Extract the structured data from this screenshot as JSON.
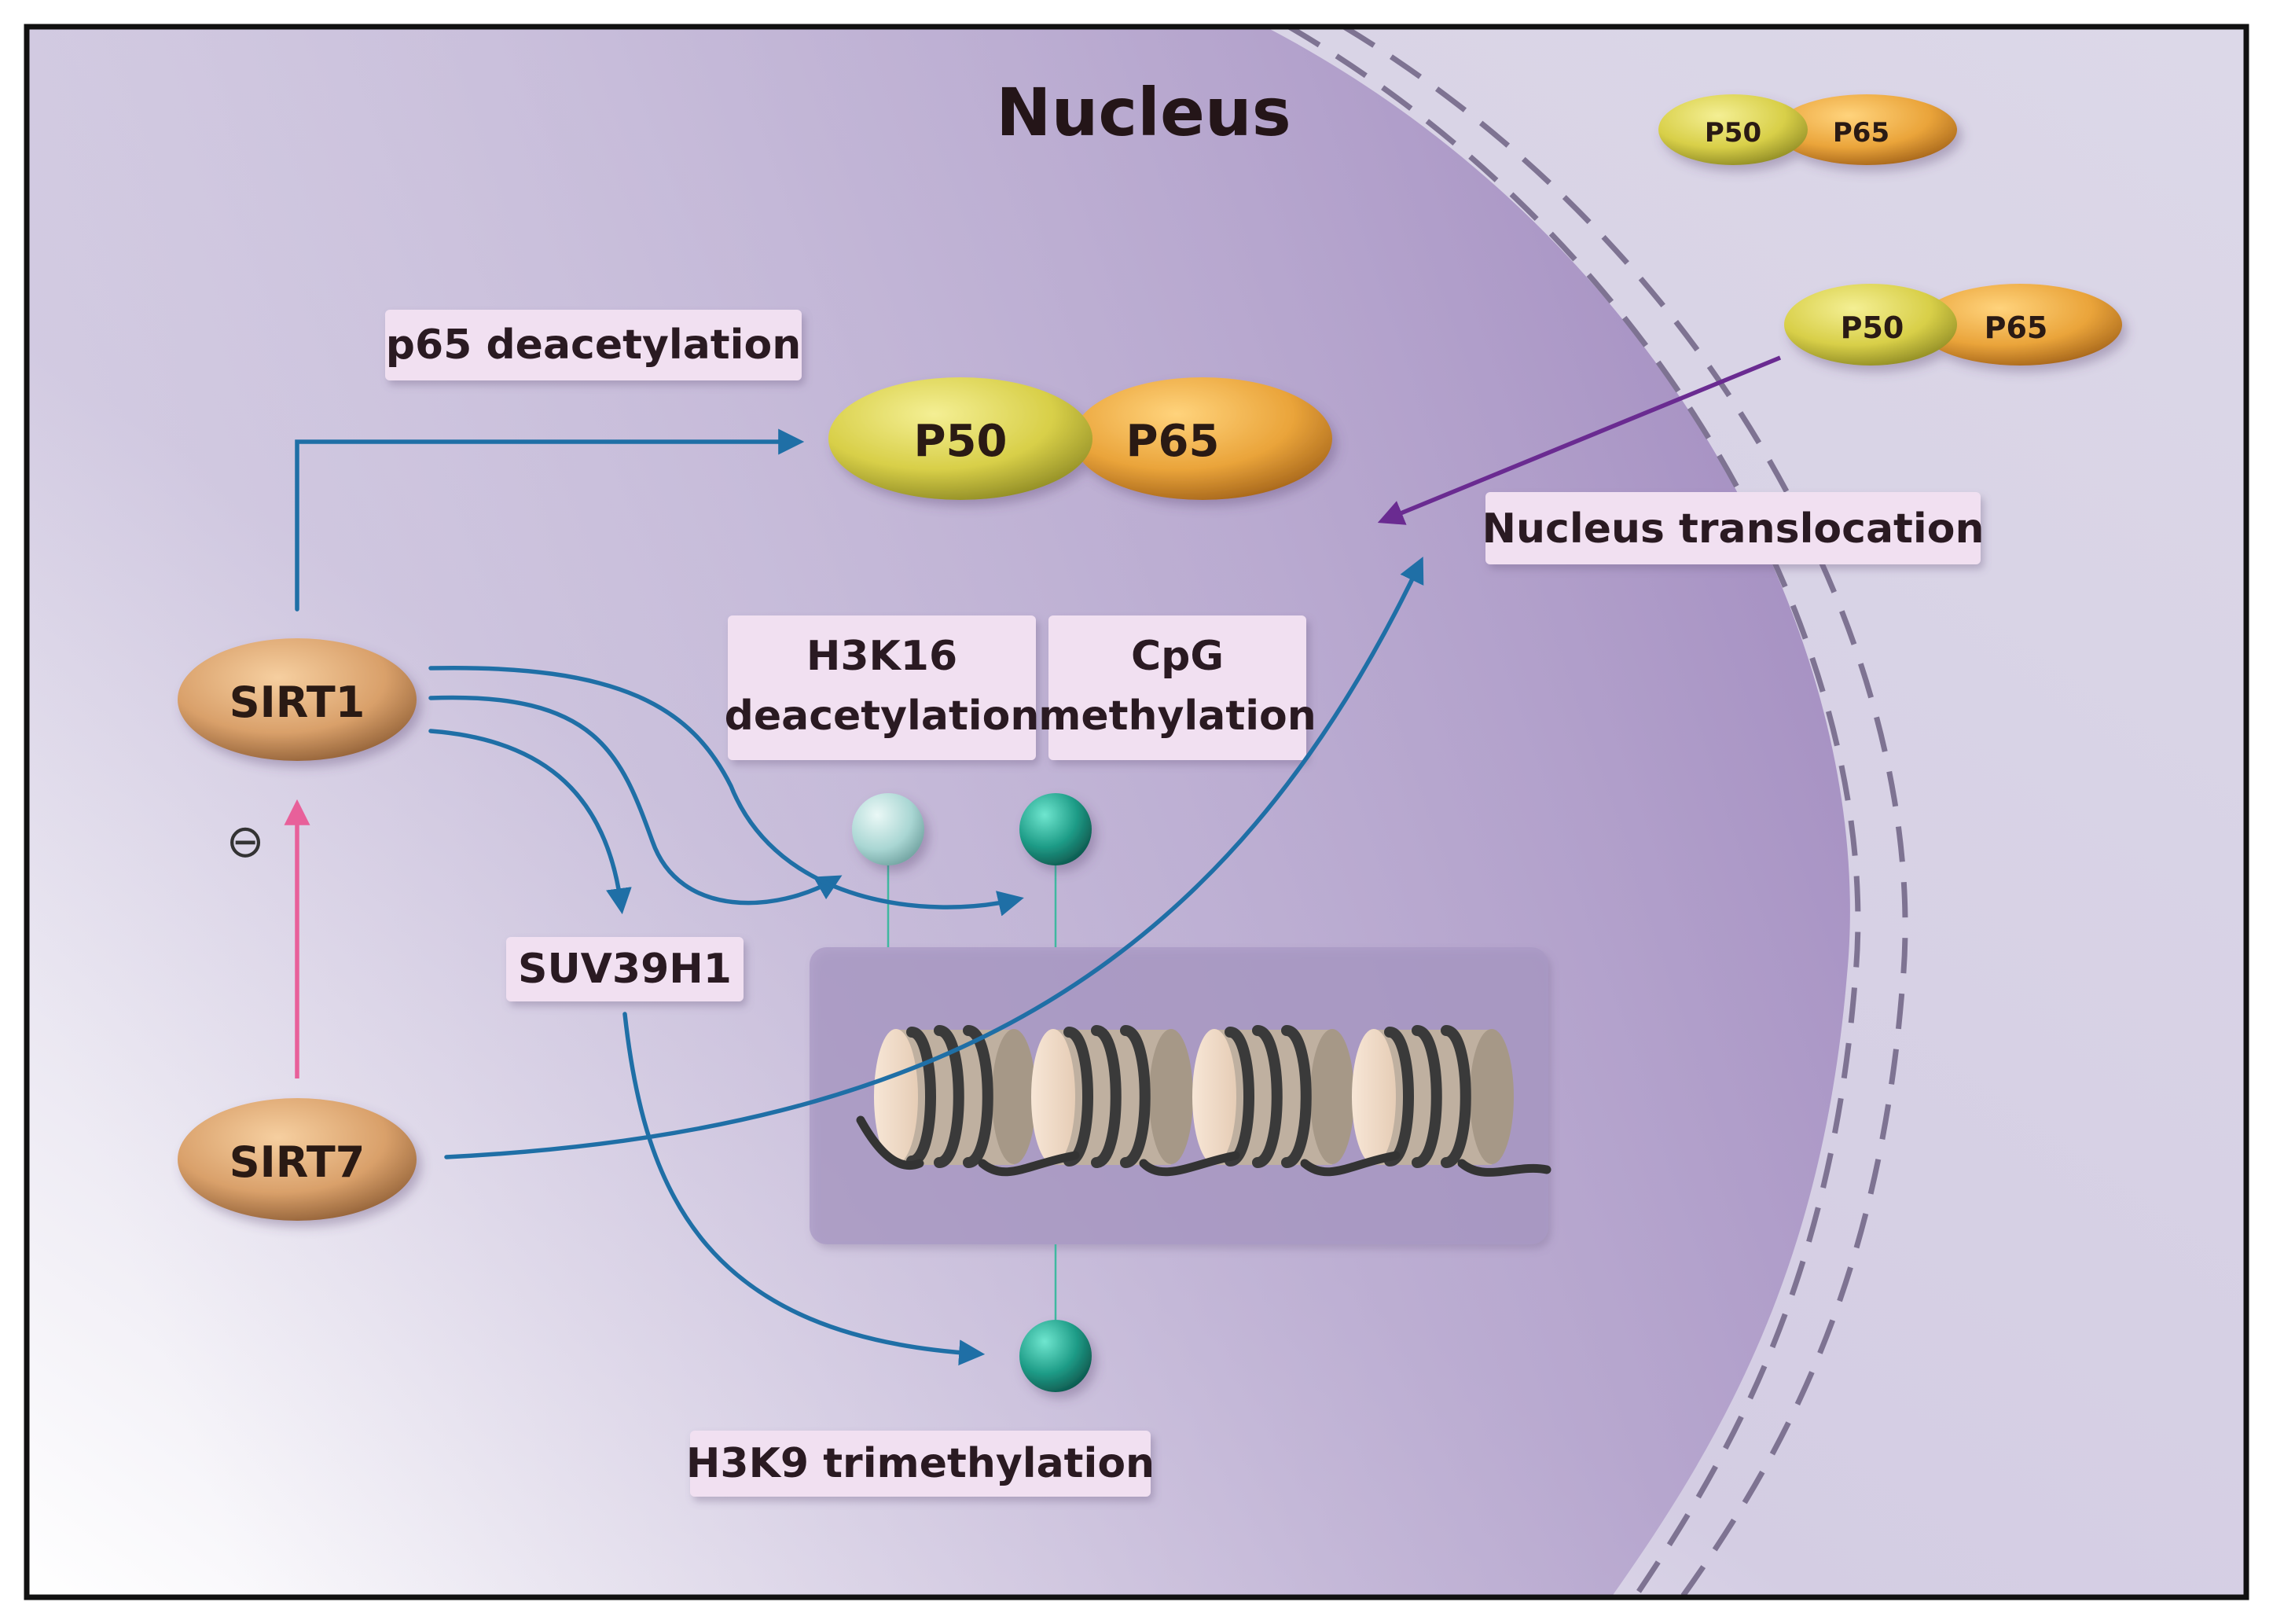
{
  "title": "Nucleus",
  "proteins": {
    "sirt1": "SIRT1",
    "sirt7": "SIRT7",
    "p50": "P50",
    "p65": "P65"
  },
  "labels": {
    "p65_deacetylation": "p65 deacetylation",
    "h3k16_line1": "H3K16",
    "h3k16_line2": "deacetylation",
    "cpg_line1": "CpG",
    "cpg_line2": "methylation",
    "suv39h1": "SUV39H1",
    "h3k9": "H3K9 trimethylation",
    "nucleus_translocation": "Nucleus translocation",
    "inhibition_symbol": "⊖"
  },
  "colors": {
    "arrow_blue": "#1f6fa6",
    "arrow_purple": "#6a2b91",
    "arrow_pink": "#e8609a",
    "sirt": "#d9a06a",
    "p50": "#d8cf48",
    "p65": "#eaa43a",
    "methyl_dark": "#1f9d88",
    "methyl_light": "#a9d6d3"
  }
}
